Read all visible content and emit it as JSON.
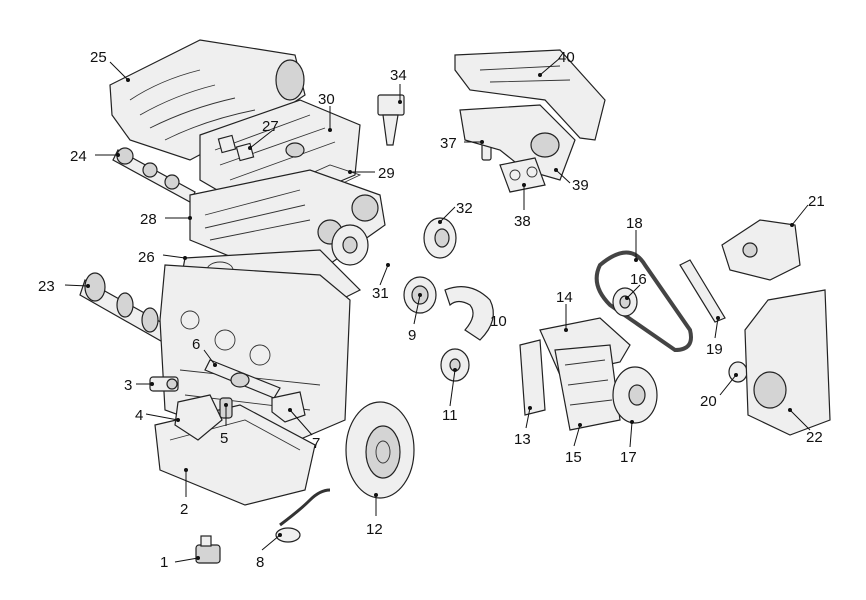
{
  "callouts": [
    {
      "id": "p1",
      "text": "1"
    },
    {
      "id": "p2",
      "text": "2"
    },
    {
      "id": "p3",
      "text": "3"
    },
    {
      "id": "p4",
      "text": "4"
    },
    {
      "id": "p5",
      "text": "5"
    },
    {
      "id": "p6",
      "text": "6"
    },
    {
      "id": "p7",
      "text": "7"
    },
    {
      "id": "p8",
      "text": "8"
    },
    {
      "id": "p9",
      "text": "9"
    },
    {
      "id": "p10",
      "text": "10"
    },
    {
      "id": "p11",
      "text": "11"
    },
    {
      "id": "p12",
      "text": "12"
    },
    {
      "id": "p13",
      "text": "13"
    },
    {
      "id": "p14",
      "text": "14"
    },
    {
      "id": "p15",
      "text": "15"
    },
    {
      "id": "p16",
      "text": "16"
    },
    {
      "id": "p17",
      "text": "17"
    },
    {
      "id": "p18",
      "text": "18"
    },
    {
      "id": "p19",
      "text": "19"
    },
    {
      "id": "p20",
      "text": "20"
    },
    {
      "id": "p21",
      "text": "21"
    },
    {
      "id": "p22",
      "text": "22"
    },
    {
      "id": "p23",
      "text": "23"
    },
    {
      "id": "p24",
      "text": "24"
    },
    {
      "id": "p25",
      "text": "25"
    },
    {
      "id": "p26",
      "text": "26"
    },
    {
      "id": "p27",
      "text": "27"
    },
    {
      "id": "p28",
      "text": "28"
    },
    {
      "id": "p29",
      "text": "29"
    },
    {
      "id": "p30",
      "text": "30"
    },
    {
      "id": "p31",
      "text": "31"
    },
    {
      "id": "p32",
      "text": "32"
    },
    {
      "id": "p34",
      "text": "34"
    },
    {
      "id": "p37",
      "text": "37"
    },
    {
      "id": "p38",
      "text": "38"
    },
    {
      "id": "p39",
      "text": "39"
    },
    {
      "id": "p40",
      "text": "40"
    }
  ]
}
